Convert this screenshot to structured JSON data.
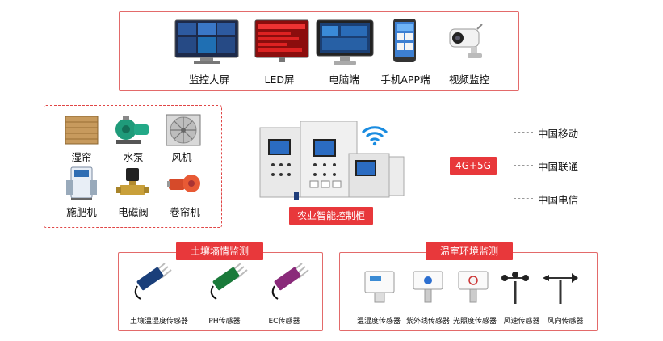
{
  "top_row": {
    "items": [
      {
        "label": "监控大屏"
      },
      {
        "label": "LED屏"
      },
      {
        "label": "电脑端"
      },
      {
        "label": "手机APP端"
      },
      {
        "label": "视频监控"
      }
    ]
  },
  "actuators": {
    "items": [
      {
        "label": "湿帘"
      },
      {
        "label": "水泵"
      },
      {
        "label": "风机"
      },
      {
        "label": "施肥机"
      },
      {
        "label": "电磁阀"
      },
      {
        "label": "卷帘机"
      }
    ]
  },
  "controller": {
    "label": "农业智能控制柜"
  },
  "network": {
    "label": "4G+5G",
    "carriers": [
      "中国移动",
      "中国联通",
      "中国电信"
    ]
  },
  "soil": {
    "title": "土壤墒情监测",
    "sensors": [
      "土壤温湿度传感器",
      "PH传感器",
      "EC传感器"
    ]
  },
  "greenhouse": {
    "title": "温室环境监测",
    "sensors": [
      "温湿度传感器",
      "紫外线传感器",
      "光照度传感器",
      "风速传感器",
      "风向传感器"
    ]
  },
  "colors": {
    "accent": "#e8383b",
    "dashed": "#e04646"
  }
}
